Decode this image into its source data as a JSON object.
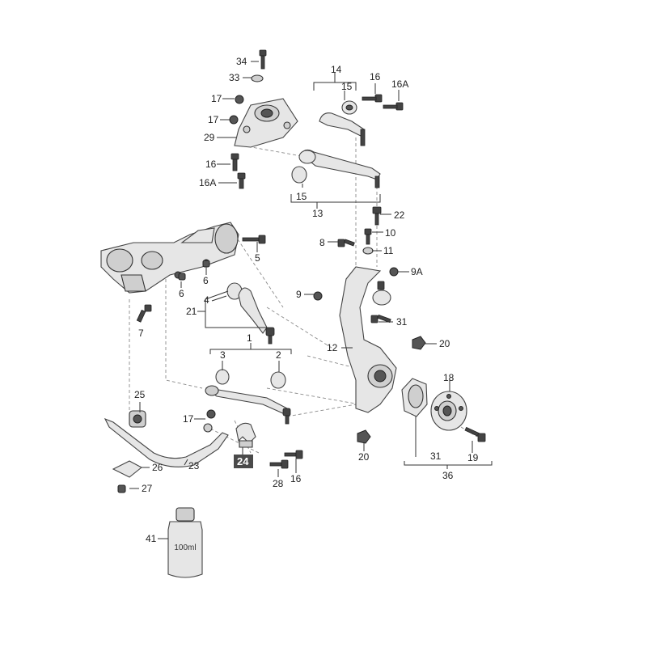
{
  "diagram": {
    "labels": {
      "l1": "1",
      "l2": "2",
      "l3": "3",
      "l4": "4",
      "l5": "5",
      "l6a": "6",
      "l6b": "6",
      "l7": "7",
      "l8": "8",
      "l9": "9",
      "l9a": "9A",
      "l10": "10",
      "l11": "11",
      "l12": "12",
      "l13": "13",
      "l14": "14",
      "l15a": "15",
      "l15b": "15",
      "l16a": "16",
      "l16b": "16",
      "l16c": "16",
      "l16A_a": "16A",
      "l16A_b": "16A",
      "l17a": "17",
      "l17b": "17",
      "l17c": "17",
      "l18": "18",
      "l19": "19",
      "l20a": "20",
      "l20b": "20",
      "l21": "21",
      "l22": "22",
      "l23": "23",
      "l24": "24",
      "l25": "25",
      "l26": "26",
      "l27": "27",
      "l28": "28",
      "l29": "29",
      "l31a": "31",
      "l31b": "31",
      "l33": "33",
      "l34": "34",
      "l36": "36",
      "l41": "41"
    },
    "bottle_text": "100ml"
  }
}
